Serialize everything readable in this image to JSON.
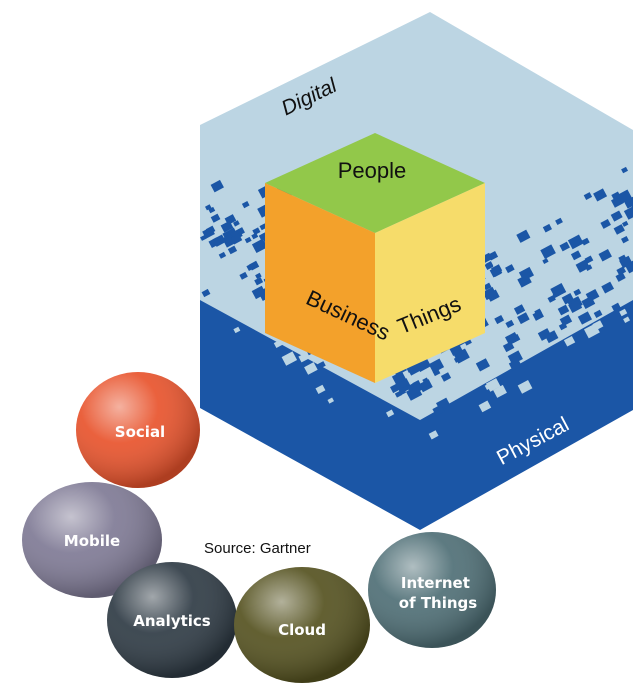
{
  "diagram": {
    "labels": {
      "digital": "Digital",
      "physical": "Physical",
      "people": "People",
      "business": "Business",
      "things": "Things"
    },
    "source": "Source: Gartner",
    "bubbles": [
      {
        "label": "Social",
        "color": "#e8532c"
      },
      {
        "label": "Mobile",
        "color": "#7f7a95"
      },
      {
        "label": "Analytics",
        "color": "#2f3b45"
      },
      {
        "label": "Cloud",
        "color": "#555220"
      },
      {
        "label": "Internet of Things",
        "color": "#4f6f76"
      }
    ],
    "colors": {
      "digital_face": "#bcd5e3",
      "physical_face": "#1b56a6",
      "top_face": "#92c84a",
      "left_face": "#f3a12b",
      "right_face": "#f6dc6a"
    }
  }
}
